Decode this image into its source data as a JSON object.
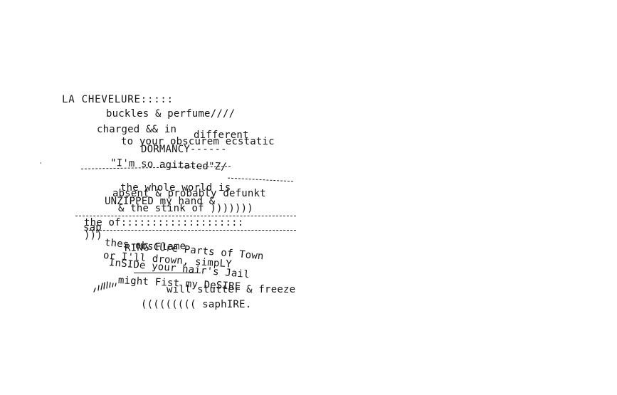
{
  "poem": {
    "title": "LA CHEVELURE:::::",
    "lines": {
      "l1": "buckles & perfume////",
      "l2": "charged && in",
      "l3": "different",
      "l4": "to your obscurem ecstatic",
      "l5": "DORMANCY------",
      "l6": "\"I'm so agitated\"Z/",
      "l7": "the whole world is",
      "l8": "absent & probably defunkt",
      "l9": "UNZIPPED my hand &",
      "l10": "& the stink of )))))))",
      "l11": "the of::::::::::::::::::::",
      "l12": "sap",
      "l13": ")))",
      "l14": "thes obsCUre Parts of Town",
      "l15": "RING Flame",
      "l16": "or I'll drown, simpLY",
      "l17": "InSIDe your hair's Jail",
      "l18": "might Fist my DeSIRE",
      "l19": "will stutter & freeze",
      "l20": "((((((((( saphIRE."
    }
  }
}
